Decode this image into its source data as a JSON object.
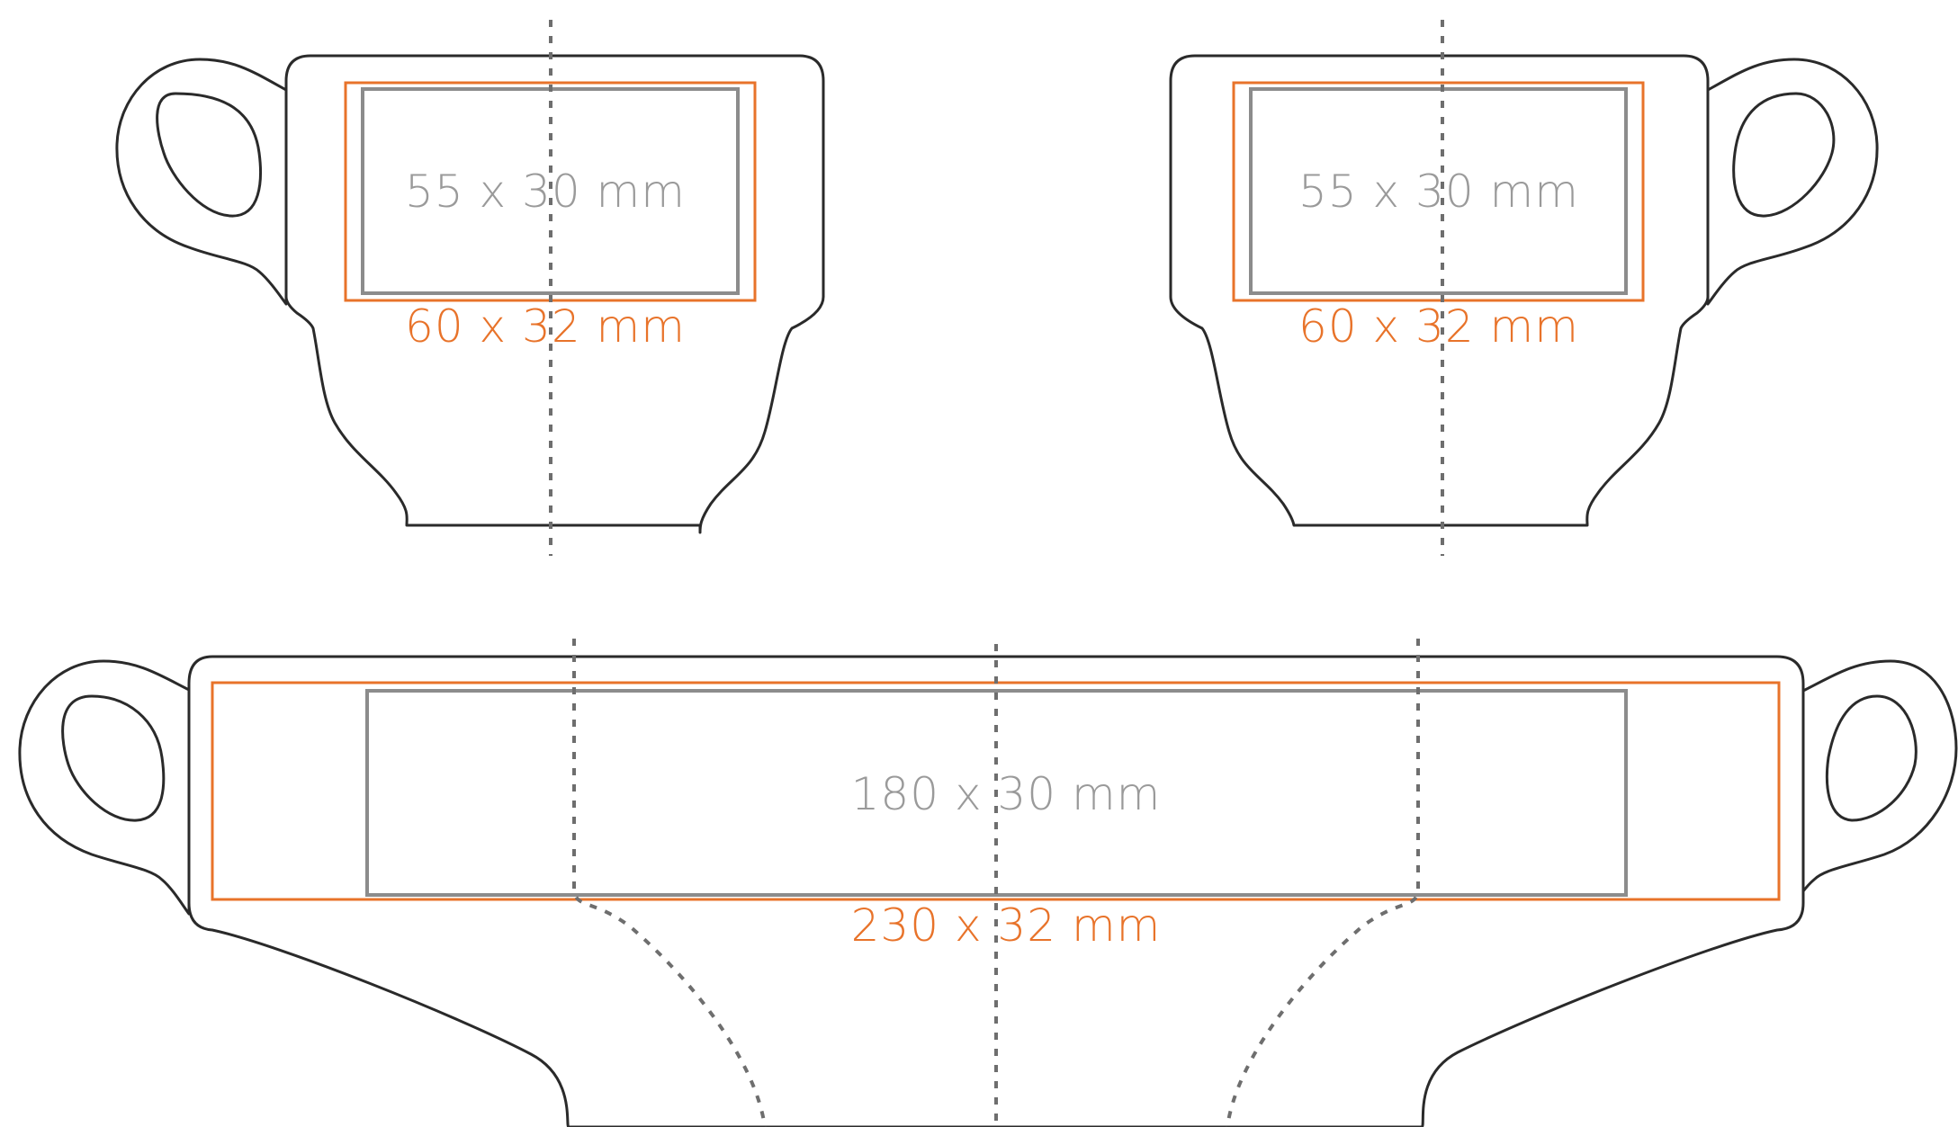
{
  "colors": {
    "outline": "#2a2a2a",
    "print_area": "#8c8c8c",
    "bleed_area": "#e8732a",
    "guide": "#6e6e6e"
  },
  "views": [
    {
      "id": "cup-left-handle",
      "print_area_label": "55 x 30 mm",
      "bleed_area_label": "60 x 32 mm"
    },
    {
      "id": "cup-right-handle",
      "print_area_label": "55 x 30 mm",
      "bleed_area_label": "60 x 32 mm"
    },
    {
      "id": "cup-unrolled",
      "print_area_label": "180 x 30 mm",
      "bleed_area_label": "230 x 32 mm"
    }
  ]
}
